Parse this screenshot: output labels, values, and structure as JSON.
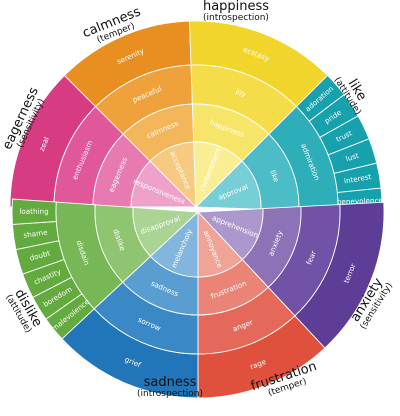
{
  "wheel": {
    "categories": [
      {
        "id": "eagerness",
        "title": "eagerness",
        "subtitle": "(sensitivity)",
        "colors": [
          "#d73c83",
          "#e0579a",
          "#e77bb1",
          "#eea1c9"
        ],
        "levels": [
          [
            "zeal"
          ],
          [
            "enthusiasm"
          ],
          [
            "eagerness"
          ],
          [
            "responsiveness"
          ]
        ]
      },
      {
        "id": "calmness",
        "title": "calmness",
        "subtitle": "(temper)",
        "colors": [
          "#e98f22",
          "#efa23c",
          "#f3b65a",
          "#f7ca82"
        ],
        "levels": [
          [
            "serenity"
          ],
          [
            "peaceful"
          ],
          [
            "calmness"
          ],
          [
            "acceptance"
          ]
        ]
      },
      {
        "id": "happiness",
        "title": "happiness",
        "subtitle": "(introspection)",
        "colors": [
          "#f1d52a",
          "#f4dd48",
          "#f7e56a",
          "#faee95"
        ],
        "levels": [
          [
            "ecstasy"
          ],
          [
            "joy"
          ],
          [
            "happiness"
          ],
          [
            "contentment"
          ]
        ]
      },
      {
        "id": "like",
        "title": "like",
        "subtitle": "(attitude)",
        "colors": [
          "#17a1ad",
          "#2eaeb9",
          "#4cbcc6",
          "#76ced6"
        ],
        "levels": [
          [
            "adoration",
            "pride",
            "trust",
            "lust",
            "interest",
            "benevolence"
          ],
          [
            "admiration"
          ],
          [
            "like"
          ],
          [
            "approval"
          ]
        ]
      },
      {
        "id": "anxiety",
        "title": "anxiety",
        "subtitle": "(sensitivity)",
        "colors": [
          "#5e3d96",
          "#7252a6",
          "#8d72b8",
          "#ad98cd"
        ],
        "levels": [
          [
            "terror"
          ],
          [
            "fear"
          ],
          [
            "anxiety"
          ],
          [
            "apprehension"
          ]
        ]
      },
      {
        "id": "frustration",
        "title": "frustration",
        "subtitle": "(temper)",
        "colors": [
          "#e0513d",
          "#e5695a",
          "#ea8476",
          "#f0a397"
        ],
        "levels": [
          [
            "rage"
          ],
          [
            "anger"
          ],
          [
            "frustration"
          ],
          [
            "annoyance"
          ]
        ]
      },
      {
        "id": "sadness",
        "title": "sadness",
        "subtitle": "(introspection)",
        "colors": [
          "#2175b9",
          "#3a88c6",
          "#5a9dd1",
          "#82b6de"
        ],
        "levels": [
          [
            "grief"
          ],
          [
            "sorrow"
          ],
          [
            "sadness"
          ],
          [
            "melancholy"
          ]
        ]
      },
      {
        "id": "dislike",
        "title": "dislike",
        "subtitle": "(attitude)",
        "colors": [
          "#63aa3f",
          "#77b756",
          "#8fc571",
          "#aad493"
        ],
        "levels": [
          [
            "malevolence",
            "boredom",
            "chastity",
            "doubt",
            "shame",
            "loathing"
          ],
          [
            "disdain"
          ],
          [
            "dislike"
          ],
          [
            "disapproval"
          ]
        ]
      }
    ]
  }
}
